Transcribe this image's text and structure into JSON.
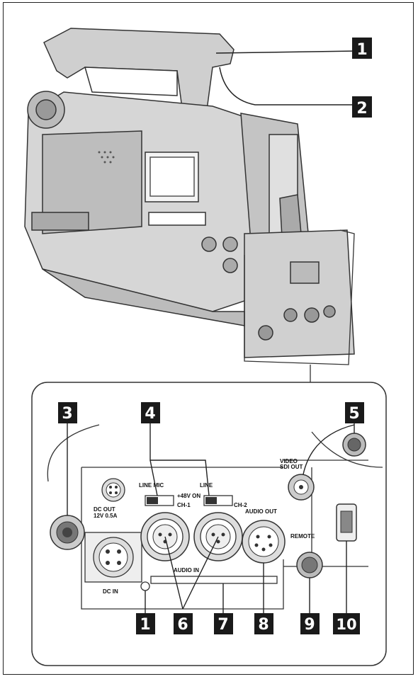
{
  "callouts": {
    "c1_top": "1",
    "c2_top": "2",
    "c3": "3",
    "c4": "4",
    "c5": "5",
    "c1_bottom": "1",
    "c6": "6",
    "c7": "7",
    "c8": "8",
    "c9": "9",
    "c10": "10"
  },
  "panel_text": {
    "line_mic_1": "LINE MIC",
    "mic_sub_1": "+48V ON",
    "line_2": "LINE",
    "ch1": "CH-1",
    "ch2": "CH-2",
    "dc_out": "DC OUT",
    "dc_out_spec": "12V 0.5A",
    "dc_in": "DC IN",
    "audio_in": "AUDIO IN",
    "audio_out": "AUDIO OUT",
    "video_out": "VIDEO",
    "sdi_out": "SDI OUT",
    "remote": "REMOTE"
  }
}
